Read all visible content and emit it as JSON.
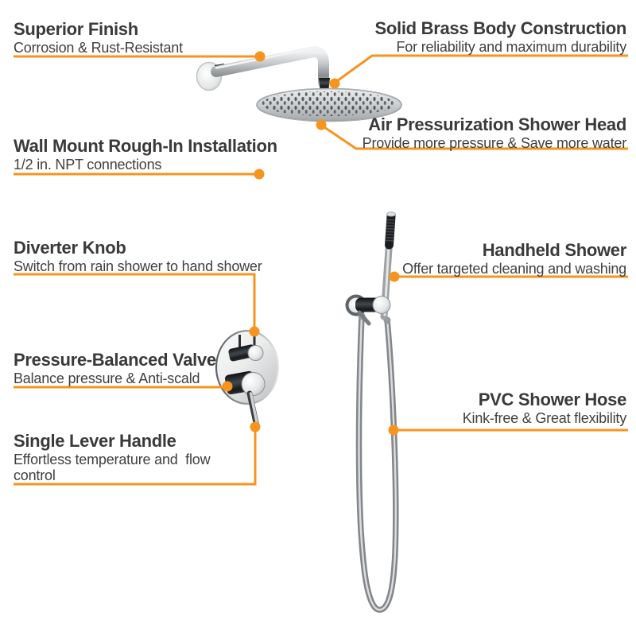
{
  "colors": {
    "accent": "#F7941E",
    "title_text": "#3A3A3A",
    "subtitle_text": "#404040",
    "background": "#FFFFFF",
    "chrome_light": "#E9EAEB",
    "chrome_dark": "#85898D"
  },
  "callouts": {
    "superior_finish": {
      "title": "Superior Finish",
      "subtitle": "Corrosion & Rust-Resistant"
    },
    "solid_brass": {
      "title": "Solid Brass Body Construction",
      "subtitle": "For reliability and maximum durability"
    },
    "wall_mount": {
      "title": "Wall Mount Rough-In Installation",
      "subtitle": "1/2 in. NPT connections"
    },
    "air_pressurization": {
      "title": "Air Pressurization Shower Head",
      "subtitle": "Provide more pressure & Save more water"
    },
    "diverter_knob": {
      "title": "Diverter Knob",
      "subtitle": "Switch from rain shower to hand shower"
    },
    "handheld_shower": {
      "title": "Handheld Shower",
      "subtitle": "Offer targeted cleaning and washing"
    },
    "pressure_balanced_valve": {
      "title": "Pressure-Balanced Valve",
      "subtitle": "Balance pressure & Anti-scald"
    },
    "single_lever_handle": {
      "title": "Single Lever Handle",
      "subtitle": "Effortless temperature and  flow\ncontrol"
    },
    "pvc_shower_hose": {
      "title": "PVC Shower Hose",
      "subtitle": "Kink-free & Great flexibility"
    }
  }
}
